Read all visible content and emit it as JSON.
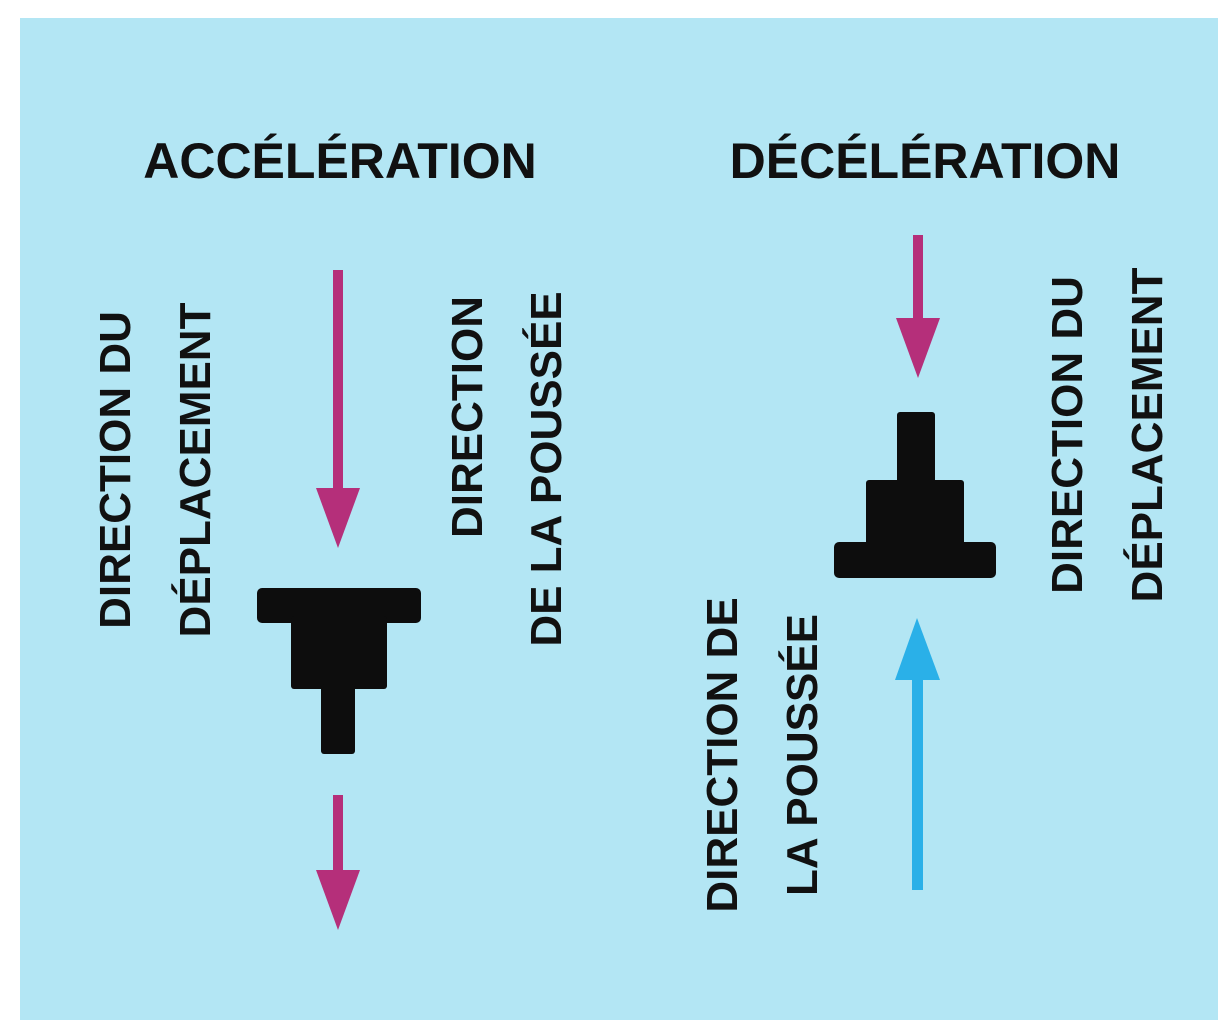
{
  "colors": {
    "background": "#b3e6f4",
    "frame": "#ffffff",
    "text": "#111111",
    "block": "#0d0d0d",
    "movement_arrow": "#b52f7a",
    "thrust_arrow_decel": "#2ab0e8"
  },
  "acceleration": {
    "title": "ACCÉLÉRATION",
    "movement_label": {
      "line1": "DIRECTION DU",
      "line2": "DÉPLACEMENT"
    },
    "thrust_label": {
      "line1": "DIRECTION",
      "line2": "DE LA POUSSÉE"
    }
  },
  "deceleration": {
    "title": "DÉCÉLÉRATION",
    "movement_label": {
      "line1": "DIRECTION DU",
      "line2": "DÉPLACEMENT"
    },
    "thrust_label": {
      "line1": "DIRECTION DE",
      "line2": "LA POUSSÉE"
    }
  }
}
